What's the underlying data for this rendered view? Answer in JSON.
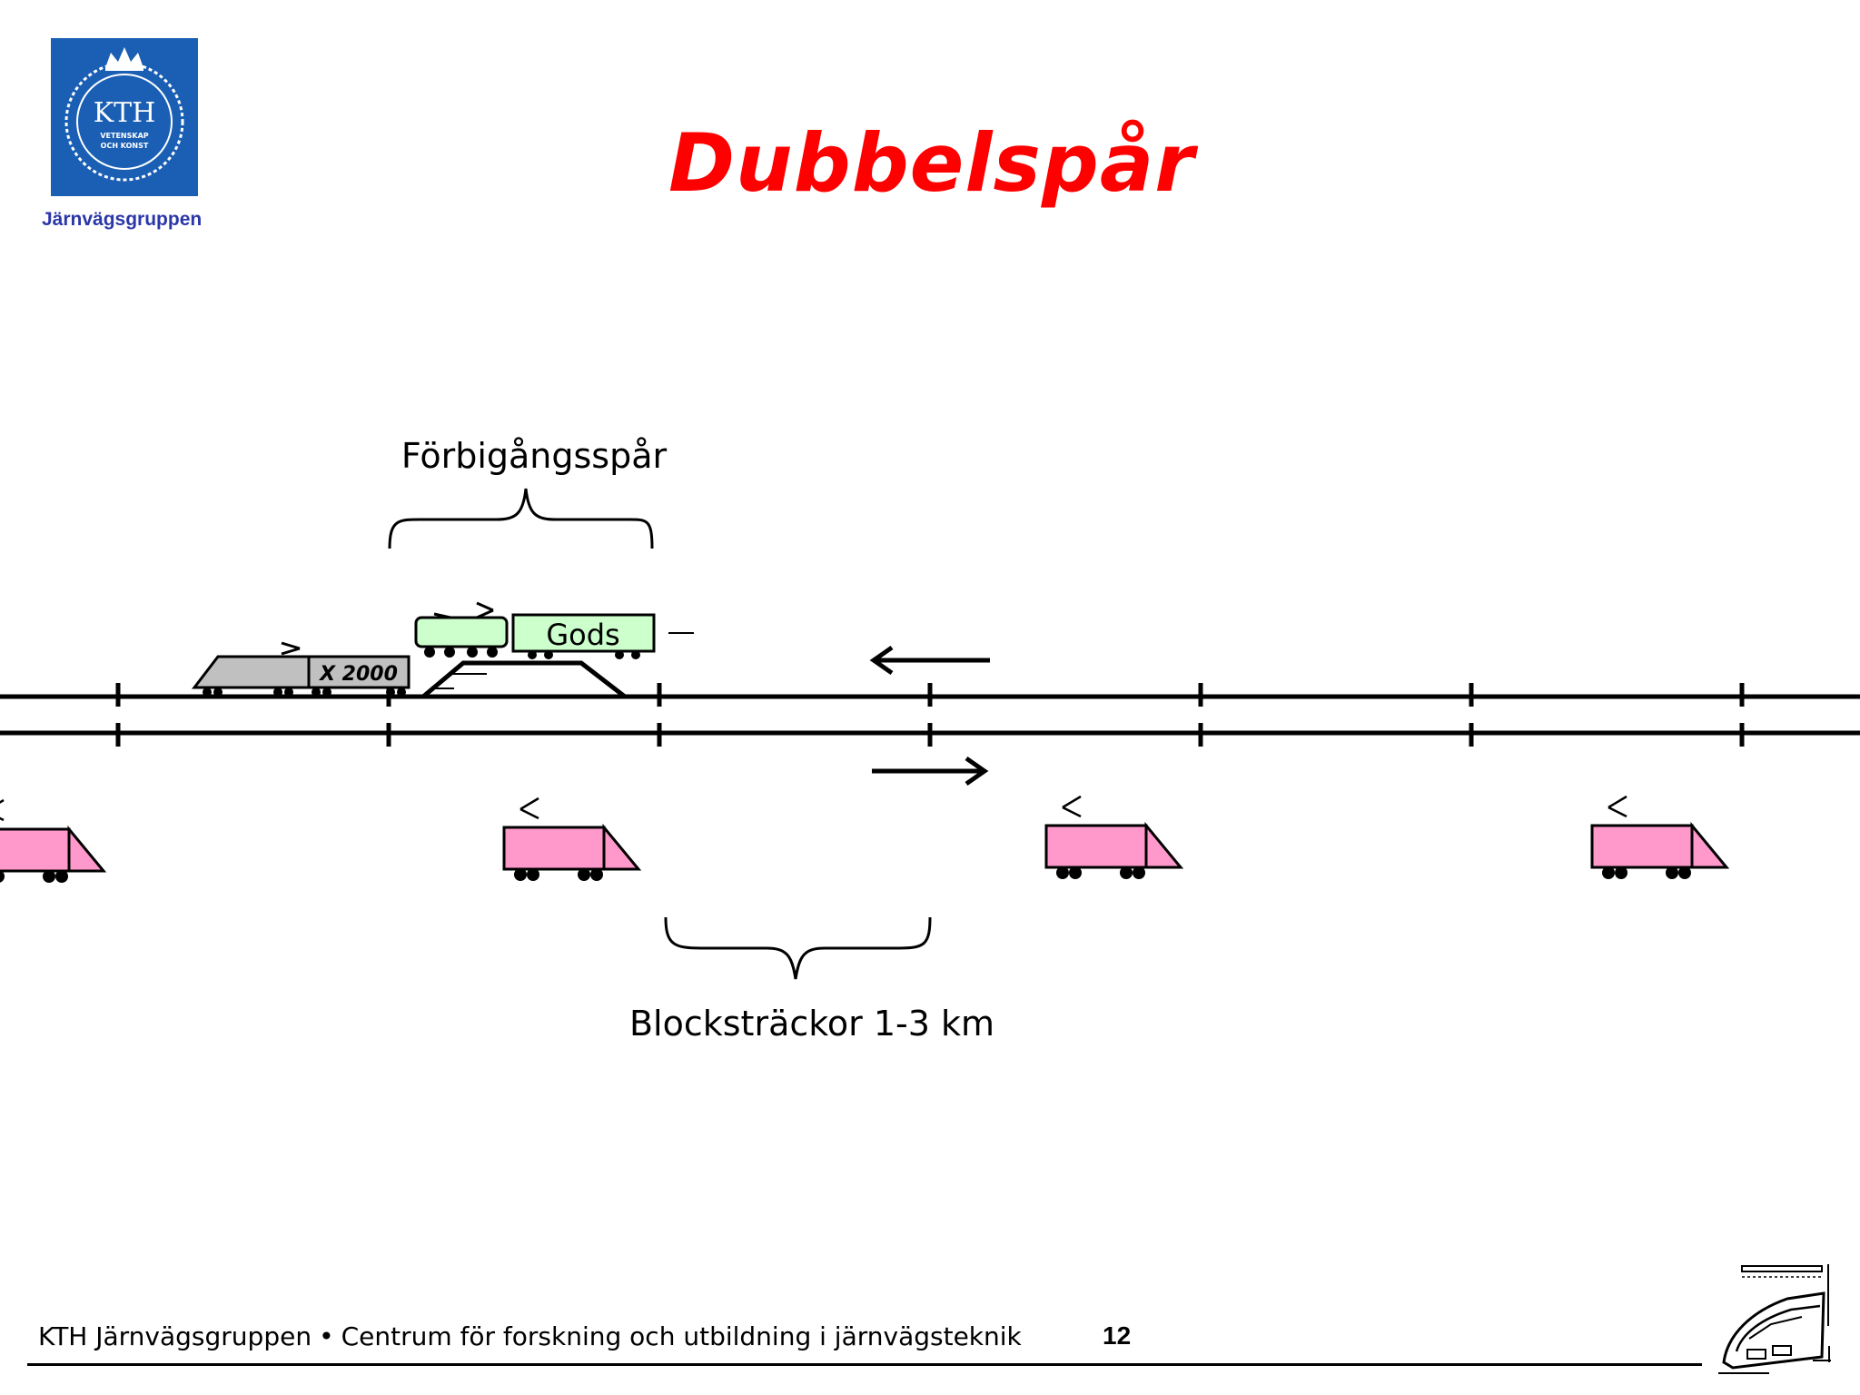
{
  "logo": {
    "emblem_text": "KTH",
    "motto_line1": "VETENSKAP",
    "motto_line2": "OCH KONST",
    "org_label": "Järnvägsgruppen"
  },
  "title": "Dubbelspår",
  "diagram": {
    "passing_track_label": "Förbigångsspår",
    "block_sections_label": "Blocksträckor 1-3 km",
    "passenger_train_label": "X 2000",
    "freight_train_label": "Gods"
  },
  "footer": {
    "left_text": "KTH Järnvägsgruppen",
    "separator": "•",
    "right_text": "Centrum för forskning och utbildning i järnvägsteknik",
    "page_number": "12"
  },
  "colors": {
    "title": "#ff0000",
    "logo_bg": "#1a5fb4",
    "org_label": "#2b37a8",
    "freight_train": "#ccffcc",
    "passenger_train": "#c0c0c0",
    "pink_train": "#ff99cc"
  }
}
